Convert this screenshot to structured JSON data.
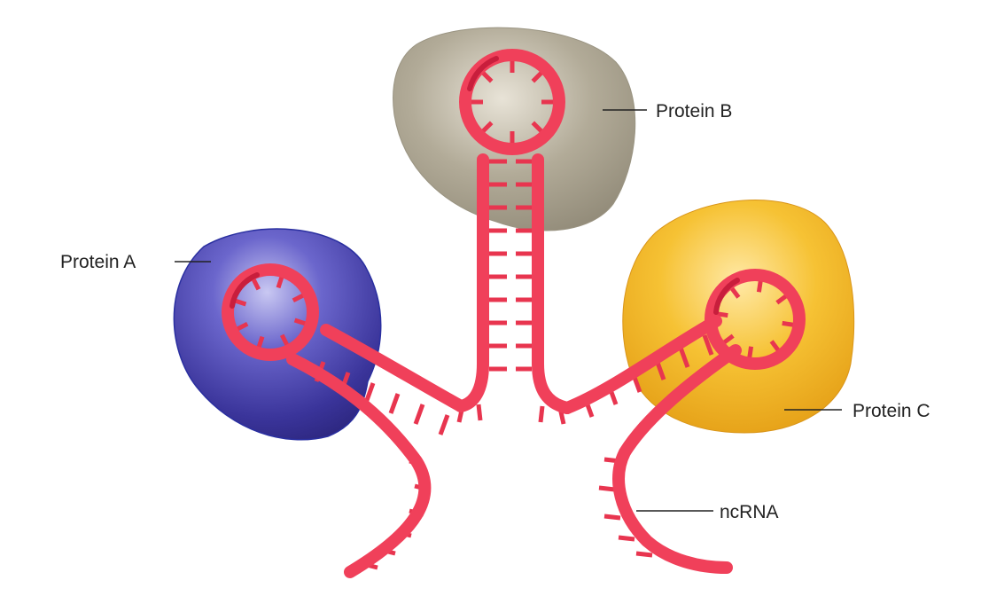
{
  "labels": {
    "protein_a": "Protein A",
    "protein_b": "Protein B",
    "protein_c": "Protein C",
    "ncrna": "ncRNA"
  },
  "colors": {
    "rna_strand": "#f0405a",
    "rna_dark": "#c81e3c",
    "rna_rung": "#e8354f",
    "protein_a": "#3f3aa0",
    "protein_b": "#a59e8c",
    "protein_c": "#f2b21e",
    "leader_line": "#222222"
  }
}
